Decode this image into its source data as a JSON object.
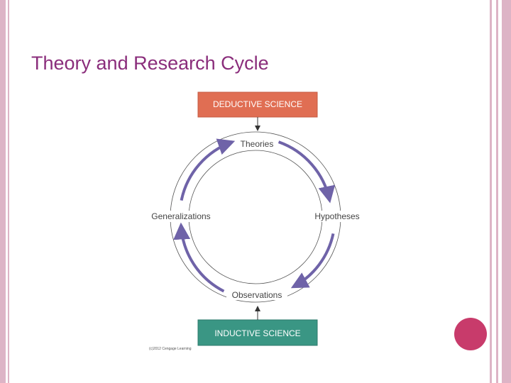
{
  "slide": {
    "title": "Theory and Research Cycle"
  },
  "diagram": {
    "top_box": {
      "label": "DEDUCTIVE SCIENCE",
      "color": "#e06e53"
    },
    "bottom_box": {
      "label": "INDUCTIVE SCIENCE",
      "color": "#3a9684"
    },
    "nodes": {
      "top": "Theories",
      "right": "Hypotheses",
      "bottom": "Observations",
      "left": "Generalizations"
    },
    "arrow_color": "#6f63a8",
    "copyright": "(c)2012 Cengage Learning"
  },
  "colors": {
    "border": "#ddb4c6",
    "title": "#8a2d7b",
    "accent_dot": "#c83b6b"
  }
}
